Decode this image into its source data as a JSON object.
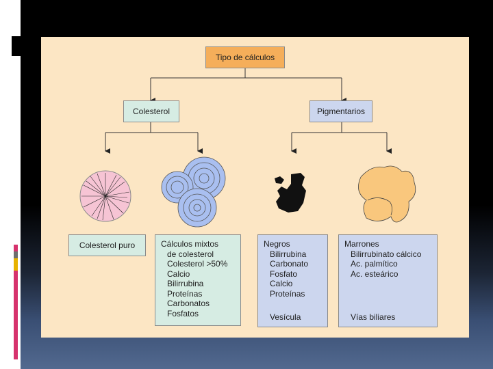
{
  "diagram": {
    "title": "Tipo de cálculos",
    "categories": [
      {
        "label": "Colesterol"
      },
      {
        "label": "Pigmentarios"
      }
    ],
    "types": [
      {
        "heading": "Colesterol puro",
        "items": [],
        "footer": "",
        "illustration": "pink-radial-stone-icon"
      },
      {
        "heading": "Cálculos mixtos",
        "items": [
          "de colesterol",
          "Colesterol >50%",
          "Calcio",
          "Bilirrubina",
          "Proteínas",
          "Carbonatos",
          "Fosfatos"
        ],
        "footer": "",
        "illustration": "layered-blue-stones-icon"
      },
      {
        "heading": "Negros",
        "items": [
          "Bilirrubina",
          "Carbonato",
          "Fosfato",
          "Calcio",
          "Proteínas"
        ],
        "footer": "Vesícula",
        "illustration": "black-stones-icon"
      },
      {
        "heading": "Marrones",
        "items": [
          "Bilirrubinato cálcico",
          "Ac. palmítico",
          "Ac. esteárico"
        ],
        "footer": "Vías biliares",
        "illustration": "brown-stone-icon"
      }
    ]
  },
  "colors": {
    "title_box": "#f5ae5a",
    "cholesterol_boxes": "#d6ece3",
    "pigment_boxes": "#ccd6ee",
    "slide_background": "#fce6c4",
    "pink_stone": "#f6c4d4",
    "blue_stones": "#a9bff0",
    "brown_stone": "#f9c77d"
  },
  "sidebar_accents": [
    "#d6326d",
    "#6e6e6e",
    "#e7b300"
  ]
}
